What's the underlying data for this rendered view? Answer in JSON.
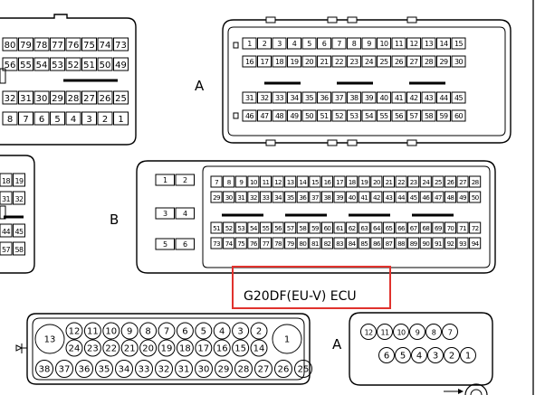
{
  "connector_labels": {
    "a_top": "A",
    "b": "B",
    "a_bottom": "A"
  },
  "highlight": {
    "label": "G20DF(EU-V) ECU",
    "color": "#e0322d"
  },
  "partial_left": {
    "row1": [
      "80",
      "79",
      "78",
      "77",
      "76",
      "75",
      "74",
      "73"
    ],
    "row2": [
      "56",
      "55",
      "54",
      "53",
      "52",
      "51",
      "50",
      "49"
    ],
    "row3": [
      "32",
      "31",
      "30",
      "29",
      "28",
      "27",
      "26",
      "25"
    ],
    "row4": [
      "8",
      "7",
      "6",
      "5",
      "4",
      "3",
      "2",
      "1"
    ]
  },
  "partial_left_side": [
    "18",
    "19",
    "31",
    "32",
    "44",
    "45",
    "57",
    "58"
  ],
  "connector_a": {
    "row1": [
      "1",
      "2",
      "3",
      "4",
      "5",
      "6",
      "7",
      "8",
      "9",
      "10",
      "11",
      "12",
      "13",
      "14",
      "15"
    ],
    "row2": [
      "16",
      "17",
      "18",
      "19",
      "20",
      "21",
      "22",
      "23",
      "24",
      "25",
      "26",
      "27",
      "28",
      "29",
      "30"
    ],
    "row3": [
      "31",
      "32",
      "33",
      "34",
      "35",
      "36",
      "37",
      "38",
      "39",
      "40",
      "41",
      "42",
      "43",
      "44",
      "45"
    ],
    "row4": [
      "46",
      "47",
      "48",
      "49",
      "50",
      "51",
      "52",
      "53",
      "54",
      "55",
      "56",
      "57",
      "58",
      "59",
      "60"
    ]
  },
  "connector_b": {
    "left_pairs": [
      [
        "1",
        "2"
      ],
      [
        "3",
        "4"
      ],
      [
        "5",
        "6"
      ]
    ],
    "row1": [
      "7",
      "8",
      "9",
      "10",
      "11",
      "12",
      "13",
      "14",
      "15",
      "16",
      "17",
      "18",
      "19",
      "20",
      "21",
      "22",
      "23",
      "24",
      "25",
      "26",
      "27",
      "28"
    ],
    "row2": [
      "29",
      "30",
      "31",
      "32",
      "33",
      "34",
      "35",
      "36",
      "37",
      "38",
      "39",
      "40",
      "41",
      "42",
      "43",
      "44",
      "45",
      "46",
      "47",
      "48",
      "49",
      "50"
    ],
    "row3": [
      "51",
      "52",
      "53",
      "54",
      "55",
      "56",
      "57",
      "58",
      "59",
      "60",
      "61",
      "62",
      "63",
      "64",
      "65",
      "66",
      "67",
      "68",
      "69",
      "70",
      "71",
      "72"
    ],
    "row4": [
      "73",
      "74",
      "75",
      "76",
      "77",
      "78",
      "79",
      "80",
      "81",
      "82",
      "83",
      "84",
      "85",
      "86",
      "87",
      "88",
      "89",
      "90",
      "91",
      "92",
      "93",
      "94"
    ]
  },
  "round_connector": {
    "big_left": "13",
    "big_right": "1",
    "row1": [
      "12",
      "11",
      "10",
      "9",
      "8",
      "7",
      "6",
      "5",
      "4",
      "3",
      "2"
    ],
    "row2": [
      "24",
      "23",
      "22",
      "21",
      "20",
      "19",
      "18",
      "17",
      "16",
      "15",
      "14"
    ],
    "row3": [
      "38",
      "37",
      "36",
      "35",
      "34",
      "33",
      "32",
      "31",
      "30",
      "29",
      "28",
      "27",
      "26",
      "25"
    ]
  },
  "small_connector": {
    "row1": [
      "12",
      "11",
      "10",
      "9",
      "8",
      "7"
    ],
    "row2": [
      "6",
      "5",
      "4",
      "3",
      "2",
      "1"
    ]
  }
}
